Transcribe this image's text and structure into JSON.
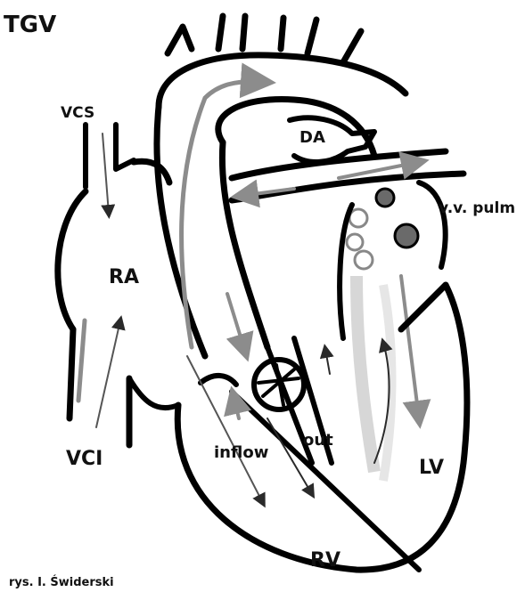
{
  "title": "TGV",
  "labels": {
    "vcs": "VCS",
    "da": "DA",
    "vv_pulm": "v.v. pulm",
    "ra": "RA",
    "vci": "VCI",
    "inflow": "inflow",
    "out": "out",
    "lv": "LV",
    "rv": "RV"
  },
  "credit": "rys. I. Świderski",
  "colors": {
    "outline": "#000000",
    "flow_gray": "#8c8c8c",
    "flow_dark": "#2a2a2a",
    "muscle_light": "#cfcfcf",
    "valve_fill": "#6a6a6a"
  }
}
